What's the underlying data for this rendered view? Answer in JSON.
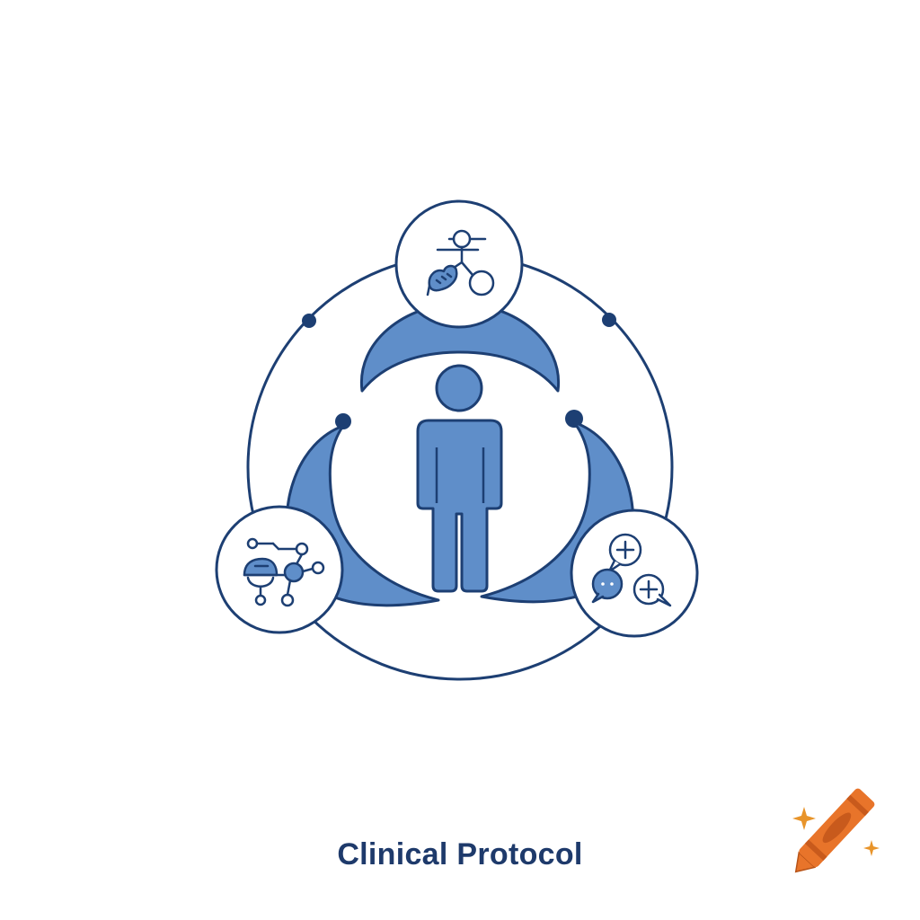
{
  "caption": "Clinical Protocol",
  "colors": {
    "stroke": "#1d3f73",
    "fill": "#5f8ec9",
    "background": "#ffffff",
    "caption": "#1e3a6b",
    "logo_orange": "#e8742a"
  },
  "nodes": [
    {
      "id": "top",
      "icon": "person-with-bicycle-icon"
    },
    {
      "id": "left",
      "icon": "molecule-network-icon"
    },
    {
      "id": "right",
      "icon": "medical-chat-bubbles-icon"
    }
  ],
  "center_icon": "person-icon",
  "logo_icon": "crayon-icon"
}
